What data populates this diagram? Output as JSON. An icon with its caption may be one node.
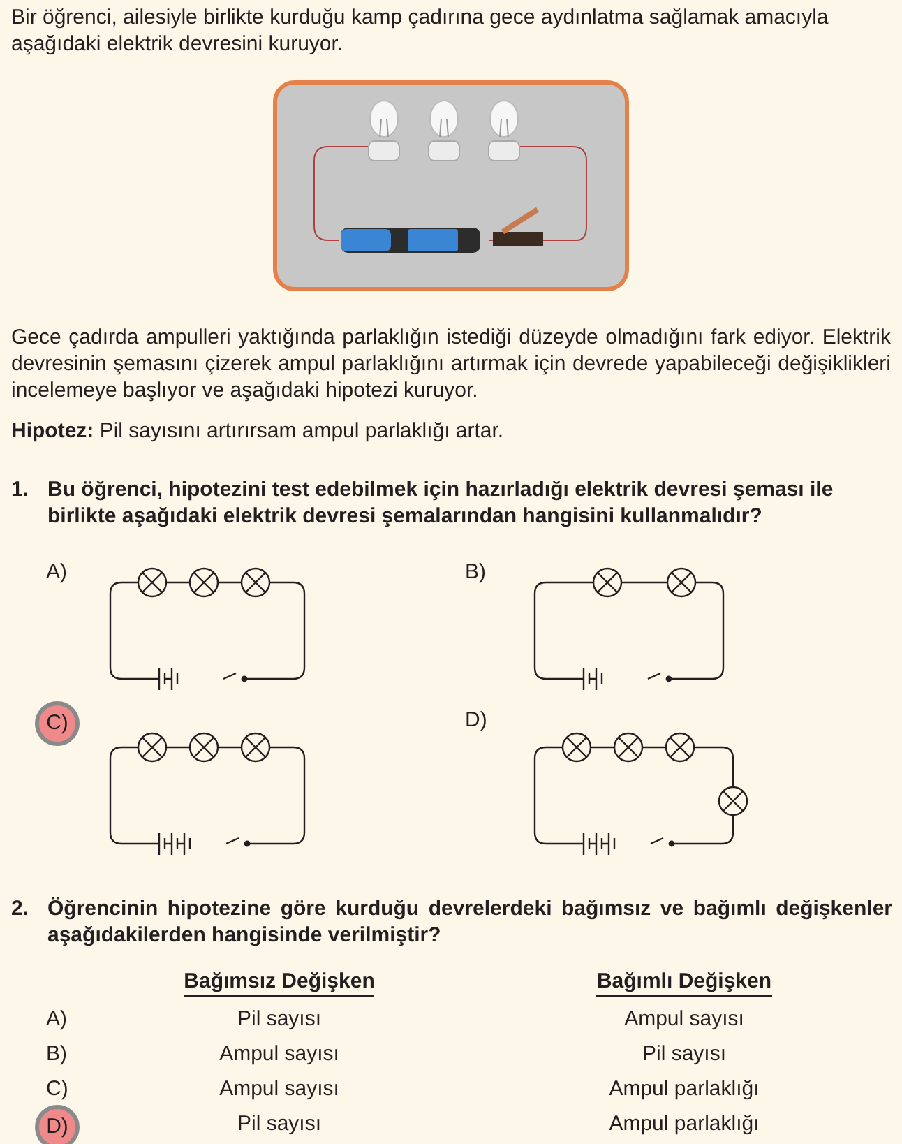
{
  "diagram": {
    "labels": [
      "Bir öğrenci, ailesiyle birlikte kurduğu kamp çadırına gece aydınlatma sağlamak amacıyla aşağıdaki elektrik devresini kuruyor.",
      "Gece çadırda ampulleri yaktığında parlaklığın istediği düzeyde olmadığını fark ediyor. Elektrik devresinin şemasını çizerek ampul parlaklığını artırmak için devrede yapabileceği değişiklikleri incelemeye başlıyor ve aşağıdaki hipotezi kuruyor.",
      "**Hipotez:** Pil sayısını artırırsam ampul parlaklığı artar.",
      "1.",
      "Bu öğrenci, hipotezini test edebilmek için hazırladığı elektrik devresi şeması ile birlikte aşağıdaki elektrik devresi şemalarından hangisini kullanmalıdır?",
      "A)",
      "B)",
      "C)",
      "D)",
      "2.",
      "Öğrencinin hipotezine göre kurduğu devrelerdeki bağımsız ve bağımlı değişkenler aşağıdakilerden hangisinde verilmiştir?",
      "Bağımsız Değişken",
      "Bağımlı Değişken",
      "A)",
      "Pil sayısı",
      "Ampul sayısı",
      "B)",
      "Ampul sayısı",
      "Pil sayısı",
      "C)",
      "Ampul sayısı",
      "Ampul parlaklığı",
      "D)",
      "Pil sayısı",
      "Ampul parlaklığı"
    ]
  }
}
